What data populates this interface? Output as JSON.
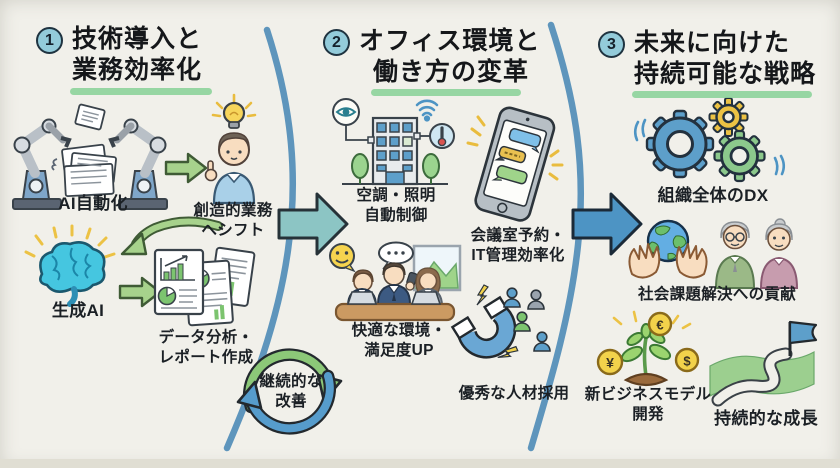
{
  "sections": [
    {
      "number": "1",
      "title_line1": "技術導入と",
      "title_line2": "業務効率化"
    },
    {
      "number": "2",
      "title_line1": "オフィス環境と",
      "title_line2": "働き方の変革"
    },
    {
      "number": "3",
      "title_line1": "未来に向けた",
      "title_line2": "持続可能な戦略"
    }
  ],
  "labels": {
    "ai_automation": "AI自動化",
    "creative_line1": "創造的業務",
    "creative_line2": "へシフト",
    "gen_ai": "生成AI",
    "data_line1": "データ分析・",
    "data_line2": "レポート作成",
    "cycle_line1": "継続的な",
    "cycle_line2": "改善",
    "hvac_line1": "空調・照明",
    "hvac_line2": "自動制御",
    "meeting_line1": "会議室予約・",
    "meeting_line2": "IT管理効率化",
    "comfort_line1": "快適な環境・",
    "comfort_line2": "満足度UP",
    "recruit": "優秀な人材採用",
    "dx": "組織全体のDX",
    "social": "社会課題解決への貢献",
    "bizmodel_line1": "新ビジネスモデル",
    "bizmodel_line2": "開発",
    "growth": "持続的な成長"
  },
  "icons": {
    "coin_yen": "¥",
    "coin_euro": "€",
    "coin_dollar": "$"
  },
  "colors": {
    "divider": "#5e95bc",
    "arrow_stage1": "#8cc5c4",
    "arrow_stage2": "#4d94c4",
    "underline": "#8fd49c"
  }
}
